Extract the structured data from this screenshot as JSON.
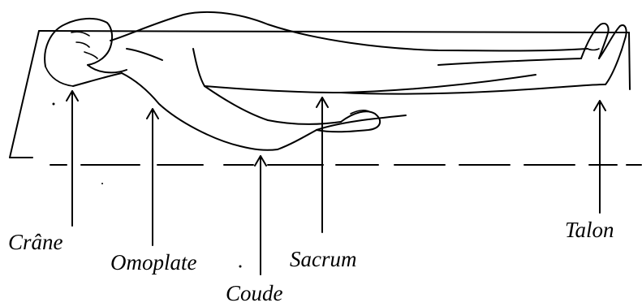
{
  "diagram": {
    "labels": {
      "crane": "Crâne",
      "omoplate": "Omoplate",
      "coude": "Coude",
      "sacrum": "Sacrum",
      "talon": "Talon"
    },
    "colors": {
      "ink": "#000000",
      "background": "#ffffff"
    },
    "icons": {
      "arrow": "up-arrow-icon"
    }
  }
}
